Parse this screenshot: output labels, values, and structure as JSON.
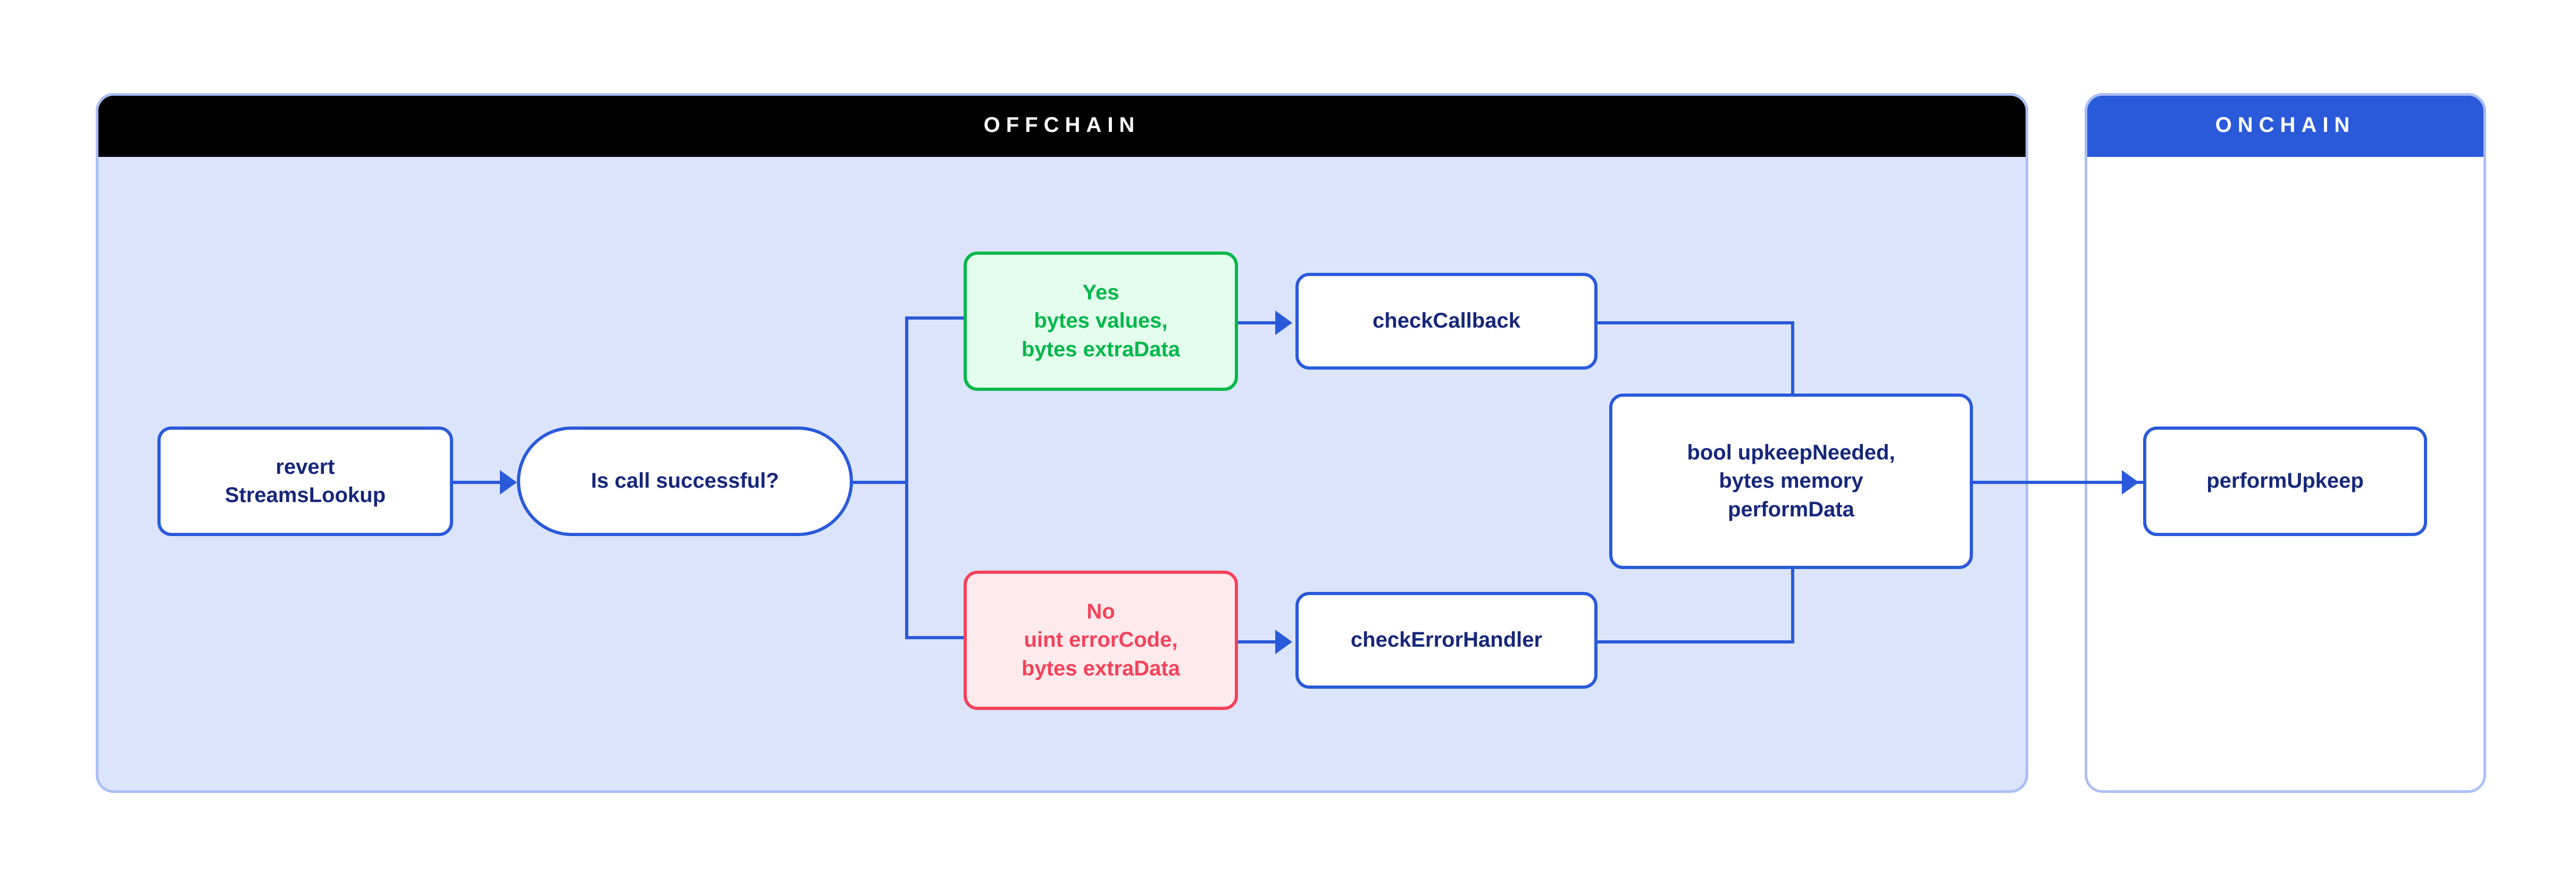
{
  "diagram": {
    "panels": [
      {
        "id": "offchain",
        "title": "OFFCHAIN",
        "header_bg": "#000000",
        "header_fg": "#ffffff",
        "body_bg": "#dbe4fb",
        "border": "#aabff5"
      },
      {
        "id": "onchain",
        "title": "ONCHAIN",
        "header_bg": "#2a5ada",
        "header_fg": "#ffffff",
        "body_bg": "#ffffff",
        "border": "#aabff5"
      }
    ],
    "colors": {
      "blue": "#2a5ada",
      "navy_text": "#16277a",
      "green": "#00b74a",
      "green_fill": "#e3fcec",
      "red": "#f5425a",
      "red_fill": "#fdeaec",
      "panel_fill": "#dbe4fb",
      "panel_border": "#aabff5"
    },
    "nodes": {
      "revert": {
        "lines": [
          "revert",
          "StreamsLookup"
        ],
        "shape": "rounded-rect",
        "variant": "blue",
        "panel": "offchain"
      },
      "decision": {
        "lines": [
          "Is call successful?"
        ],
        "shape": "pill",
        "variant": "blue",
        "panel": "offchain"
      },
      "yes": {
        "lines": [
          "Yes",
          "bytes values,",
          "bytes extraData"
        ],
        "shape": "rounded-rect",
        "variant": "green",
        "panel": "offchain"
      },
      "no": {
        "lines": [
          "No",
          "uint errorCode,",
          "bytes extraData"
        ],
        "shape": "rounded-rect",
        "variant": "red",
        "panel": "offchain"
      },
      "check_callback": {
        "lines": [
          "checkCallback"
        ],
        "shape": "rounded-rect",
        "variant": "blue",
        "panel": "offchain"
      },
      "check_error_handler": {
        "lines": [
          "checkErrorHandler"
        ],
        "shape": "rounded-rect",
        "variant": "blue",
        "panel": "offchain"
      },
      "upkeep_needed": {
        "lines": [
          "bool upkeepNeeded,",
          "bytes memory",
          "performData"
        ],
        "shape": "rounded-rect",
        "variant": "blue",
        "panel": "offchain"
      },
      "perform_upkeep": {
        "lines": [
          "performUpkeep"
        ],
        "shape": "rounded-rect",
        "variant": "blue",
        "panel": "onchain"
      }
    },
    "edges": [
      {
        "from": "revert",
        "to": "decision",
        "arrowhead": true
      },
      {
        "from": "decision",
        "to": "yes",
        "arrowhead": false
      },
      {
        "from": "decision",
        "to": "no",
        "arrowhead": false
      },
      {
        "from": "yes",
        "to": "check_callback",
        "arrowhead": true
      },
      {
        "from": "no",
        "to": "check_error_handler",
        "arrowhead": true
      },
      {
        "from": "check_callback",
        "to": "upkeep_needed",
        "arrowhead": false
      },
      {
        "from": "check_error_handler",
        "to": "upkeep_needed",
        "arrowhead": false
      },
      {
        "from": "upkeep_needed",
        "to": "perform_upkeep",
        "arrowhead": true
      }
    ]
  }
}
